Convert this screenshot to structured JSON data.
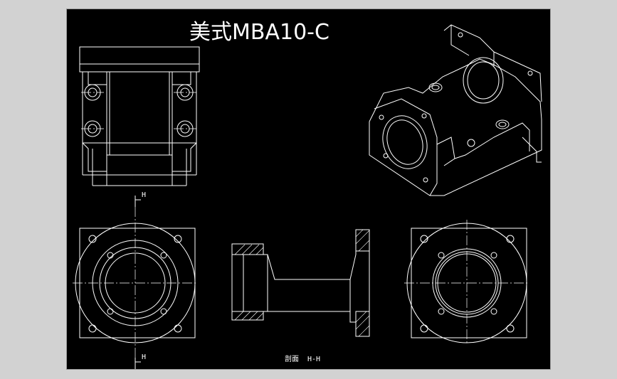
{
  "title": "美式MBA10-C",
  "section_marker_top": "H",
  "section_marker_bottom": "H",
  "section_label_prefix": "剖面",
  "section_label": "H-H",
  "colors": {
    "paper": "#000000",
    "line": "#ffffff",
    "frame": "#d2d2d2"
  }
}
